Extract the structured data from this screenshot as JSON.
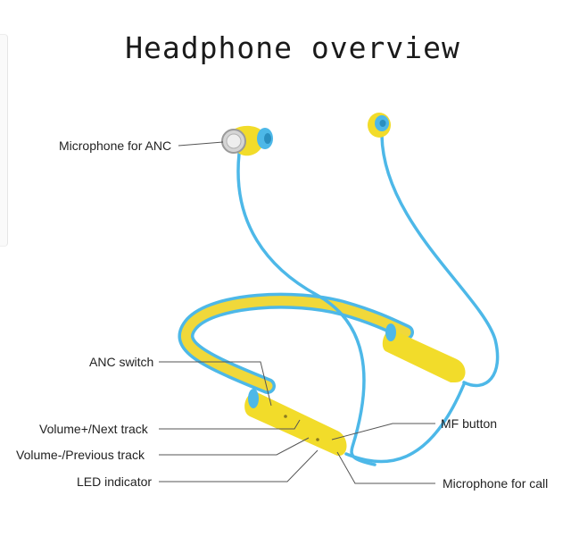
{
  "title": "Headphone overview",
  "colors": {
    "cable": "#4db8e8",
    "housing": "#f2dc2a",
    "band_yellow": "#f0d83a",
    "metal": "#c8c8c8",
    "leader_line": "#555555"
  },
  "labels": {
    "mic_anc": "Microphone for ANC",
    "anc_switch": "ANC switch",
    "volume_up": "Volume+/Next track",
    "volume_down": "Volume-/Previous track",
    "led": "LED indicator",
    "mf_button": "MF button",
    "mic_call": "Microphone for call"
  }
}
